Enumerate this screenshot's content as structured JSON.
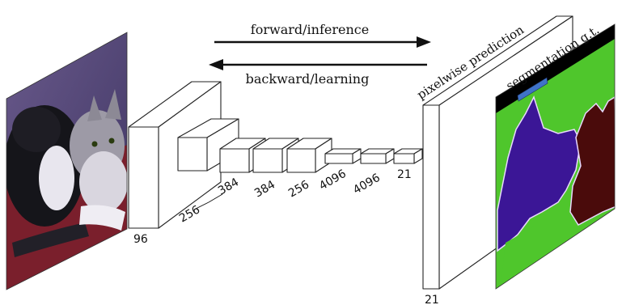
{
  "arrows": {
    "forward": "forward/inference",
    "backward": "backward/learning"
  },
  "labels": {
    "pixelwise": "pixelwise prediction",
    "segmentation": "segmentation g.t."
  },
  "layers": {
    "l96": "96",
    "l256a": "256",
    "l384a": "384",
    "l384b": "384",
    "l256b": "256",
    "l4096a": "4096",
    "l4096b": "4096",
    "l21": "21",
    "out21": "21"
  },
  "colors": {
    "seg_background": "#4fc62c",
    "seg_class_a": "#3b1696",
    "seg_class_b": "#4a0b0b",
    "seg_void": "#000000",
    "seg_border": "#e9d8ff",
    "gt_marker": "#3f73c8"
  }
}
